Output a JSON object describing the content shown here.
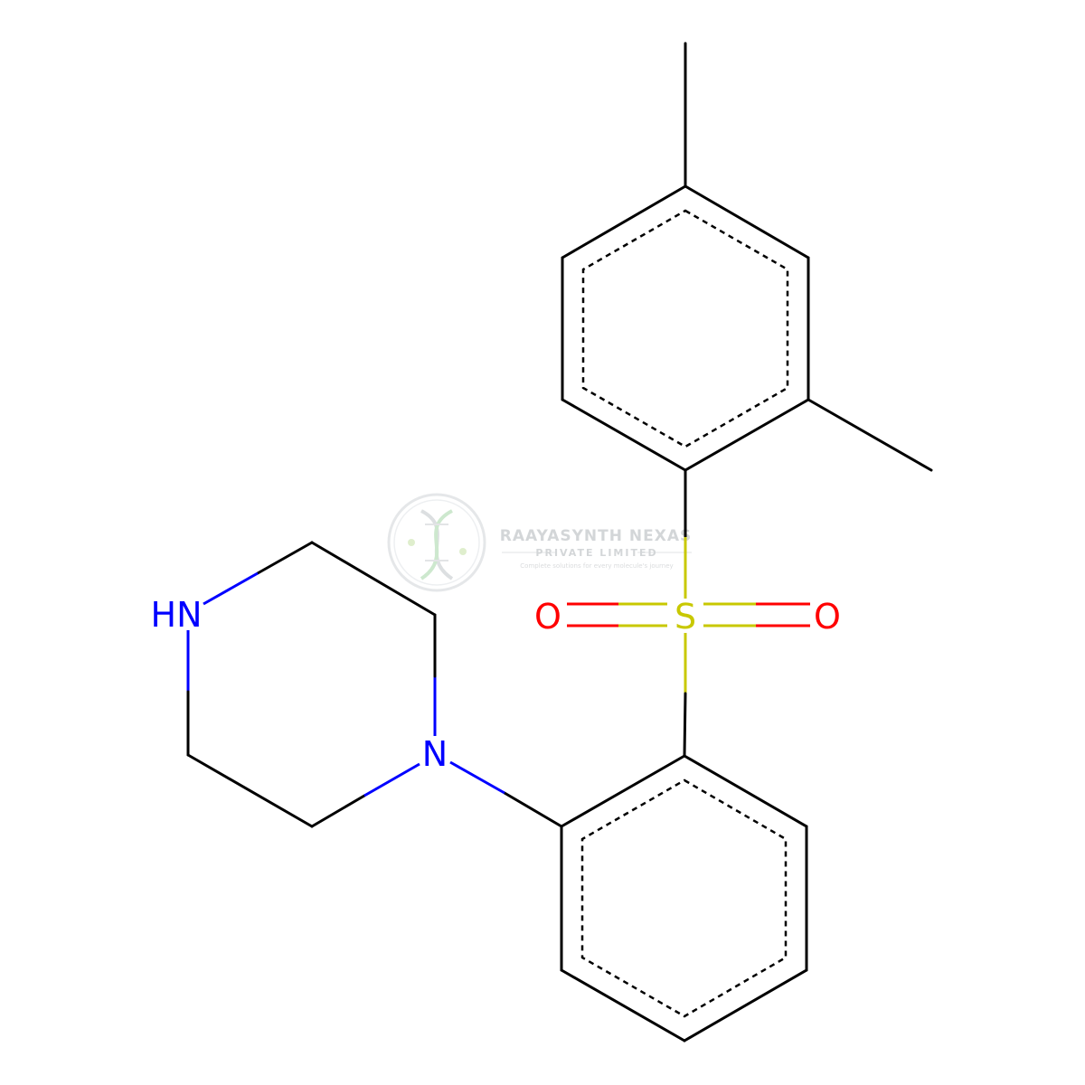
{
  "atoms": {
    "nh_label": "HN",
    "n_label": "N",
    "s_label": "S",
    "o_left_label": "O",
    "o_right_label": "O"
  },
  "colors": {
    "bond": "#000000",
    "nitrogen": "#0000ff",
    "sulfur": "#c8c800",
    "oxygen": "#ff0000",
    "watermark": "#cfd2d4"
  },
  "watermark": {
    "company": "RAAYASYNTH NEXAS",
    "subtitle": "PRIVATE LIMITED",
    "tagline": "Complete solutions for every molecule's journey"
  }
}
